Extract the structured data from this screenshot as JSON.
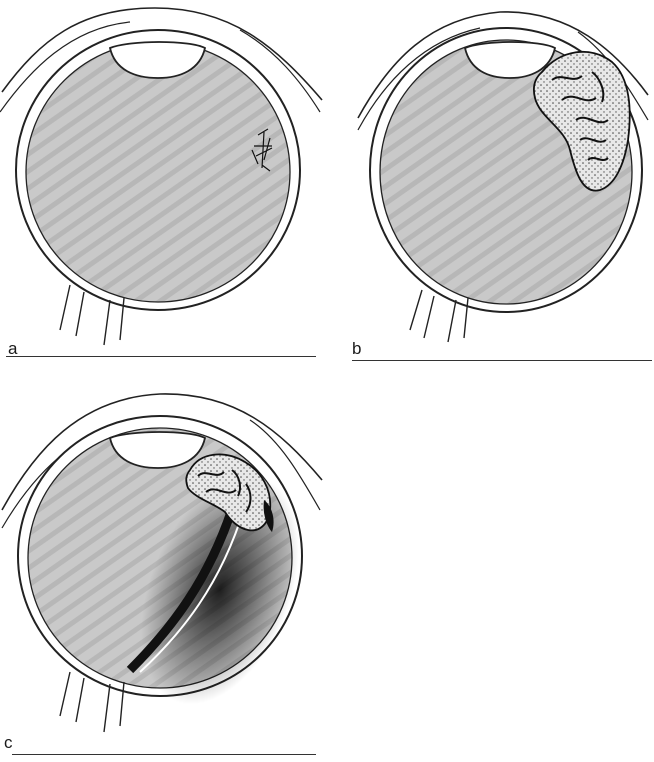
{
  "figure": {
    "panels": [
      {
        "letter": "a"
      },
      {
        "letter": "b"
      },
      {
        "letter": "c"
      }
    ]
  }
}
